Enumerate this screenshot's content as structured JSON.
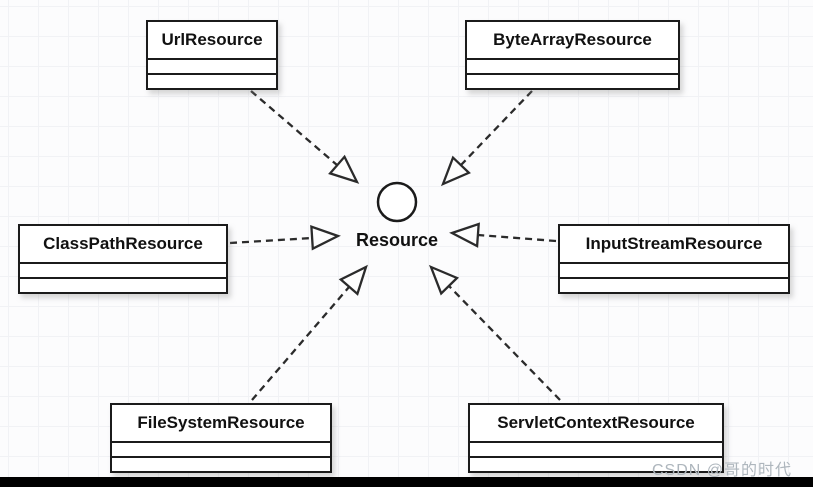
{
  "diagram": {
    "kind": "uml-class-diagram",
    "interface": {
      "name": "Resource",
      "notation": "circle-lollipop"
    },
    "classes": [
      {
        "name": "UrlResource",
        "position": "top-left"
      },
      {
        "name": "ByteArrayResource",
        "position": "top-right"
      },
      {
        "name": "ClassPathResource",
        "position": "middle-left"
      },
      {
        "name": "InputStreamResource",
        "position": "middle-right"
      },
      {
        "name": "FileSystemResource",
        "position": "bottom-left"
      },
      {
        "name": "ServletContextResource",
        "position": "bottom-right"
      }
    ],
    "relations": [
      {
        "from": "UrlResource",
        "to": "Resource",
        "type": "realization-dashed-hollow-triangle"
      },
      {
        "from": "ByteArrayResource",
        "to": "Resource",
        "type": "realization-dashed-hollow-triangle"
      },
      {
        "from": "ClassPathResource",
        "to": "Resource",
        "type": "realization-dashed-hollow-triangle"
      },
      {
        "from": "InputStreamResource",
        "to": "Resource",
        "type": "realization-dashed-hollow-triangle"
      },
      {
        "from": "FileSystemResource",
        "to": "Resource",
        "type": "realization-dashed-hollow-triangle"
      },
      {
        "from": "ServletContextResource",
        "to": "Resource",
        "type": "realization-dashed-hollow-triangle"
      }
    ]
  },
  "watermark": {
    "text": "CSDN @哥的时代",
    "color": "#aeb6bd"
  },
  "colors": {
    "background": "#fcfcfd",
    "grid_line": "#f1f2f5",
    "shape_stroke": "#1b1b1b",
    "shape_fill": "#ffffff",
    "bottom_bar": "#000000"
  }
}
